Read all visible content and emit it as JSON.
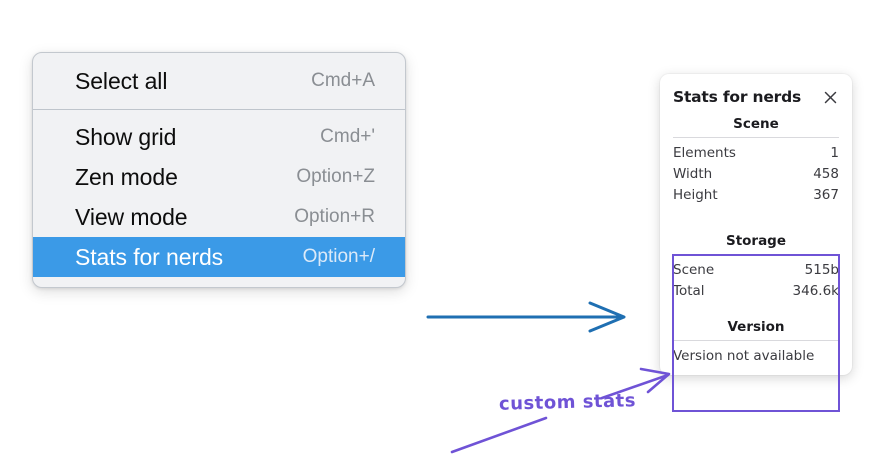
{
  "menu": {
    "groups": [
      {
        "items": [
          {
            "label": "Select all",
            "shortcut": "Cmd+A",
            "selected": false
          }
        ]
      },
      {
        "items": [
          {
            "label": "Show grid",
            "shortcut": "Cmd+'",
            "selected": false
          },
          {
            "label": "Zen mode",
            "shortcut": "Option+Z",
            "selected": false
          },
          {
            "label": "View mode",
            "shortcut": "Option+R",
            "selected": false
          },
          {
            "label": "Stats for nerds",
            "shortcut": "Option+/",
            "selected": true
          }
        ]
      }
    ],
    "highlight_color": "#3b9ae7",
    "background_color": "#f1f2f4"
  },
  "stats_panel": {
    "title": "Stats for nerds",
    "close_icon": "close-icon",
    "sections": [
      {
        "name": "Scene",
        "rows": [
          {
            "key": "Elements",
            "value": "1"
          },
          {
            "key": "Width",
            "value": "458"
          },
          {
            "key": "Height",
            "value": "367"
          }
        ]
      },
      {
        "name": "Storage",
        "rows": [
          {
            "key": "Scene",
            "value": "515b"
          },
          {
            "key": "Total",
            "value": "346.6k"
          }
        ]
      },
      {
        "name": "Version",
        "note": "Version not available",
        "rows": []
      }
    ]
  },
  "annotations": {
    "handwritten_label": "custom stats",
    "handwriting_color": "#6f53d6",
    "highlight_box_color": "#6f53d6",
    "blue_arrow_color": "#1f6fb2"
  }
}
